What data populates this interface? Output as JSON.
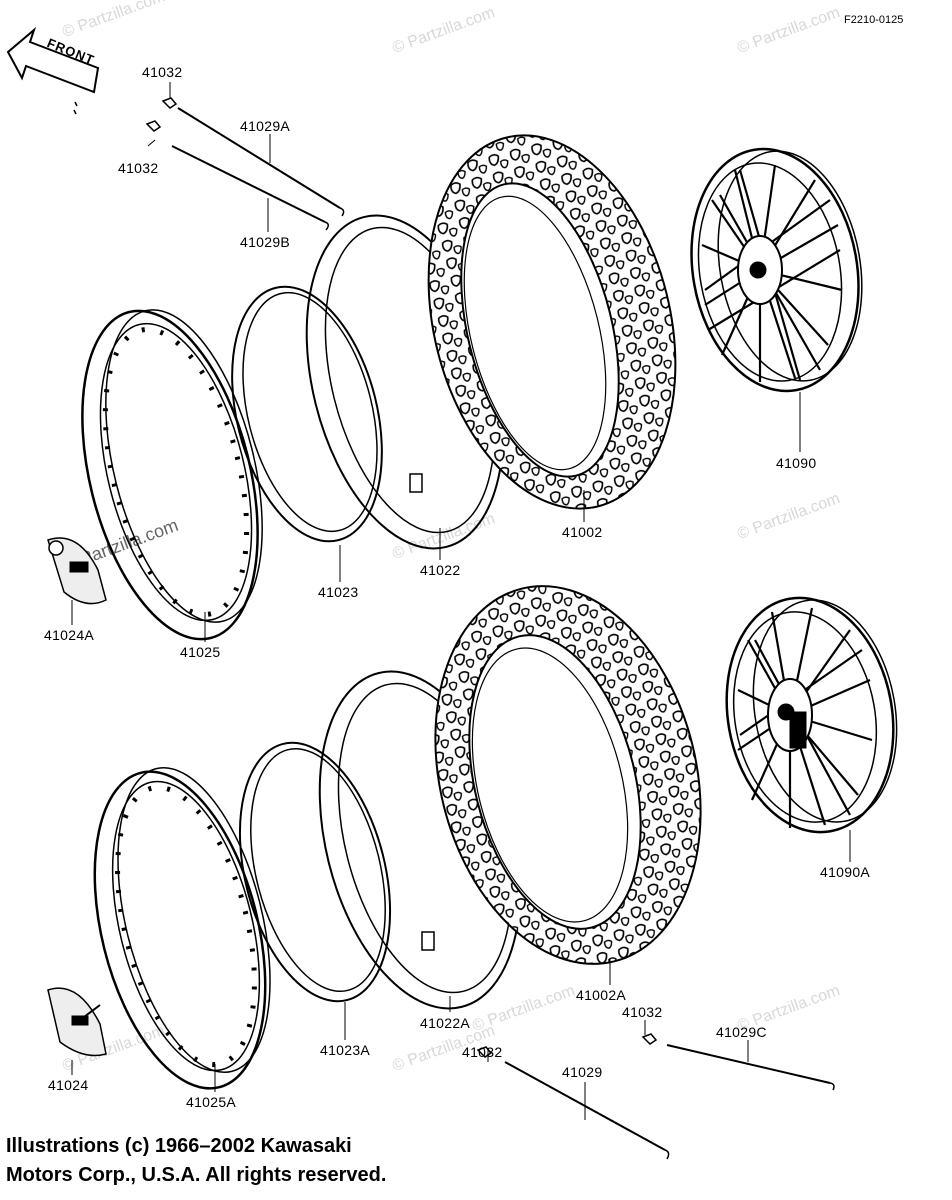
{
  "figure_code": "F2210-0125",
  "front_label": "FRONT",
  "watermark": "© Partzilla.com",
  "parts": {
    "p41032_a": "41032",
    "p41029A": "41029A",
    "p41032_b": "41032",
    "p41029B": "41029B",
    "p41090": "41090",
    "p41002": "41002",
    "p41022": "41022",
    "p41023": "41023",
    "p41024A": "41024A",
    "p41025": "41025",
    "p41090A": "41090A",
    "p41002A": "41002A",
    "p41022A": "41022A",
    "p41023A": "41023A",
    "p41024": "41024",
    "p41025A": "41025A",
    "p41032_c": "41032",
    "p41029C": "41029C",
    "p41032_d": "41032",
    "p41029": "41029"
  },
  "copyright": {
    "line1": "Illustrations (c) 1966–2002 Kawasaki",
    "line2": "Motors Corp., U.S.A.  All rights reserved."
  }
}
